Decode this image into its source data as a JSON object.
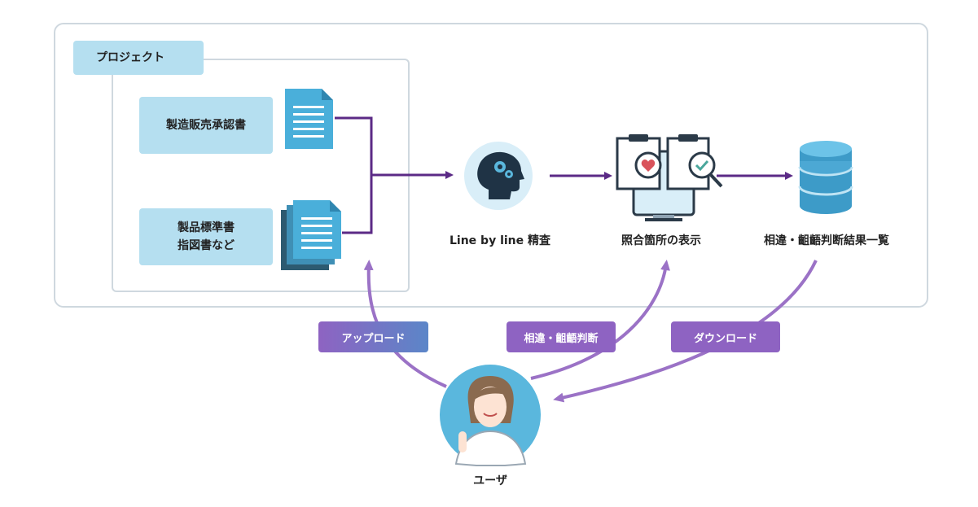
{
  "project": {
    "label": "プロジェクト"
  },
  "documents": [
    {
      "label": "製造販売承認書"
    },
    {
      "label": "製品標準書\n指図書など"
    }
  ],
  "steps": [
    {
      "label": "Line by line 精査",
      "icon": "ai-head-gears-icon"
    },
    {
      "label": "照合箇所の表示",
      "icon": "clipboard-compare-icon"
    },
    {
      "label": "相違・齟齬判断結果一覧",
      "icon": "database-icon"
    }
  ],
  "user_actions": [
    {
      "label": "アップロード"
    },
    {
      "label": "相違・齟齬判断"
    },
    {
      "label": "ダウンロード"
    }
  ],
  "user": {
    "label": "ユーザ"
  },
  "colors": {
    "purple": "#5b2a86",
    "light_purple": "#a07cc8",
    "pill": "#8e63c2",
    "tag_bg": "#b5dff0",
    "doc_blue": "#4aafda"
  }
}
